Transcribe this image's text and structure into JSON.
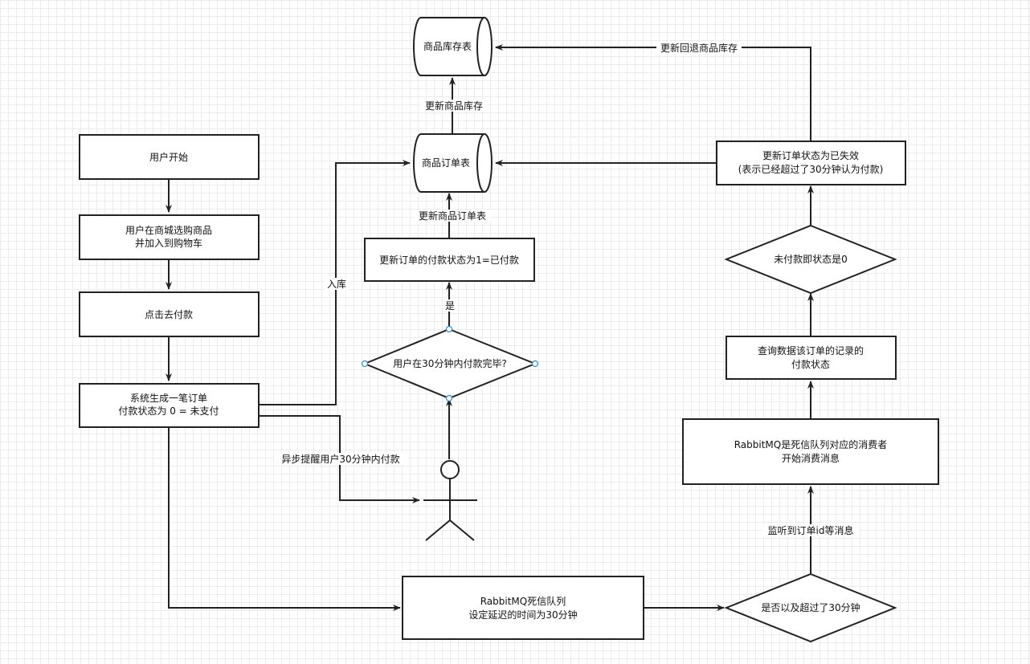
{
  "nodes": {
    "user_start": "用户开始",
    "select_goods": [
      "用户在商城选购商品",
      "并加入到购物车"
    ],
    "click_pay": "点击去付款",
    "create_order": [
      "系统生成一笔订单",
      "付款状态为 0 = 未支付"
    ],
    "inventory_table": "商品库存表",
    "order_table": "商品订单表",
    "update_pay_status": "更新订单的付款状态为1=已付款",
    "paid_in_30": "用户在30分钟内付款完毕?",
    "rabbit_queue": [
      "RabbitMQ死信队列",
      "设定延迟的时间为30分钟"
    ],
    "exceeded_30": "是否以及超过了30分钟",
    "consumer": [
      "RabbitMQ是死信队列对应的消费者",
      "开始消费消息"
    ],
    "query_status": [
      "查询数据该订单的记录的",
      "付款状态"
    ],
    "unpaid_zero": "未付款即状态是0",
    "set_invalid": [
      "更新订单状态为已失效",
      "(表示已经超过了30分钟认为付款)"
    ]
  },
  "edge_labels": {
    "rollback_inventory": "更新回退商品库存",
    "update_inventory": "更新商品库存",
    "update_order_table": "更新商品订单表",
    "warehouse": "入库",
    "yes": "是",
    "async_remind": "异步提醒用户30分钟内付款",
    "listen_order_id": "监听到订单id等消息"
  },
  "colors": {
    "stroke": "#222222",
    "selection_handle": "#2a8fd6"
  }
}
